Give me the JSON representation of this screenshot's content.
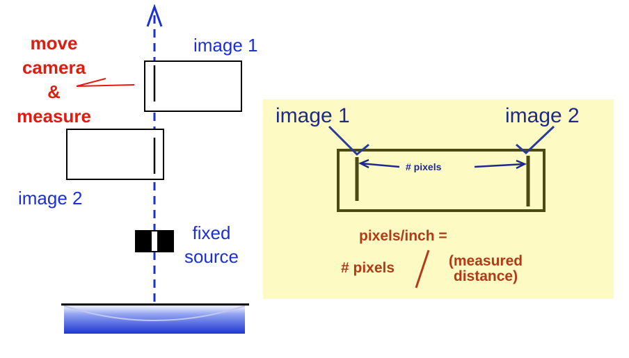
{
  "left": {
    "move_camera_lines": [
      "move",
      "camera",
      "&",
      "measure"
    ],
    "image1_label": "image 1",
    "image2_label": "image 2",
    "fixed_source_lines": [
      "fixed",
      "source"
    ]
  },
  "panel": {
    "image1_label": "image 1",
    "image2_label": "image 2",
    "pixels_label": "# pixels",
    "formula_left": "pixels/inch =",
    "formula_numerator": "# pixels",
    "formula_denominator_lines": [
      "(measured",
      "distance)"
    ]
  },
  "colors": {
    "axis_blue": "#1a2fd6",
    "annotation_red": "#e01b10",
    "panel_bg": "#fdfac4",
    "line_olive": "#4a4a12",
    "formula_brown": "#b33a16",
    "mirror_blue": "#2a46d8"
  }
}
